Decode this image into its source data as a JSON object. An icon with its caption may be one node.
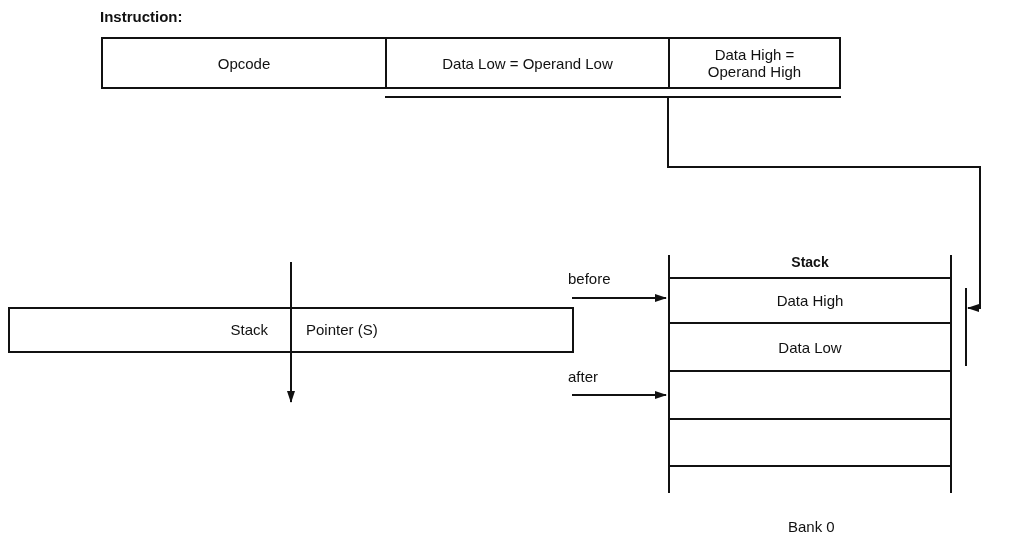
{
  "diagram": {
    "title": "Instruction:",
    "nodes": [
      {
        "text": [
          "Opcode"
        ]
      },
      {
        "text": [
          "Data Low = Operand Low"
        ]
      },
      {
        "text": [
          "Data High = Operand High"
        ]
      },
      {
        "text": [
          "Stack",
          "Pointer (S)"
        ]
      },
      {
        "text": [
          "Stack"
        ]
      },
      {
        "text": [
          "Data High"
        ],
        "in": 4
      },
      {
        "text": [
          "Data Low"
        ],
        "in": 4
      },
      {
        "text": [],
        "shape": "box",
        "in": 4
      },
      {
        "text": [],
        "shape": "box",
        "in": 4
      },
      {
        "text": [
          "before"
        ]
      },
      {
        "text": [
          "after"
        ]
      }
    ],
    "edges": [
      {
        "from": 1,
        "to": 4,
        "arrow": "to"
      },
      {
        "from": 2,
        "to": 4,
        "arrow": "to"
      },
      {
        "from": 9,
        "to": 5,
        "arrow": "to"
      },
      {
        "from": 10,
        "to": 7,
        "arrow": "to"
      }
    ],
    "labels": [
      "Bank 0"
    ]
  }
}
